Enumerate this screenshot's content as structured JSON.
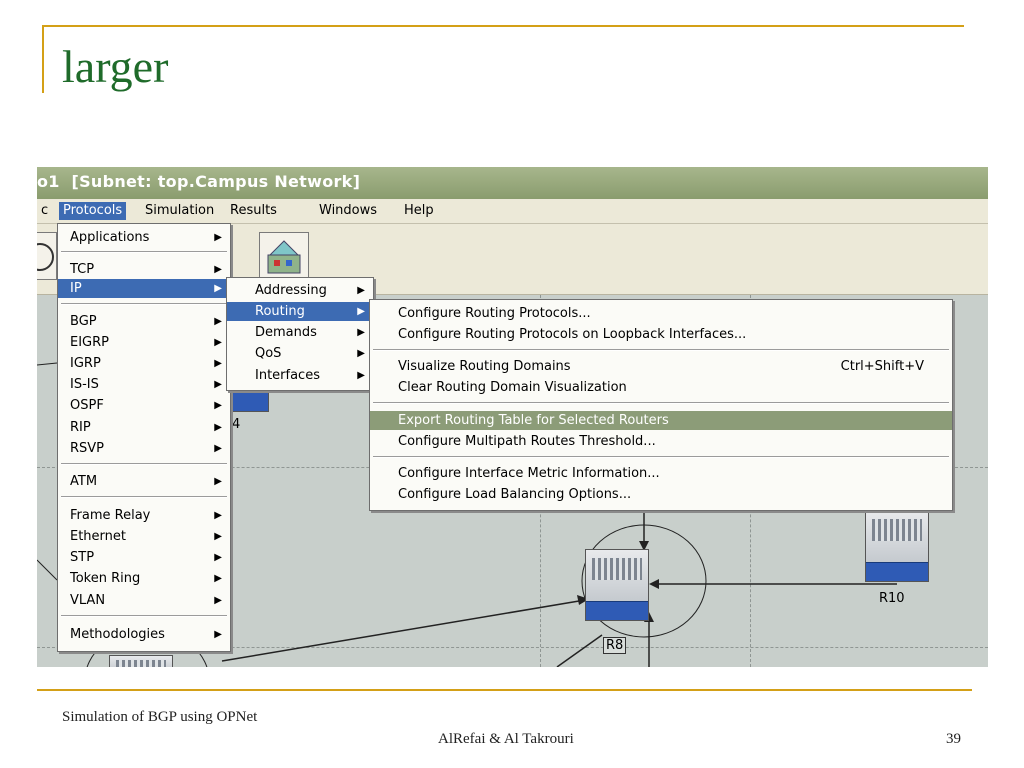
{
  "slide": {
    "title": "larger",
    "footer_left": "Simulation of  BGP using OPNet",
    "footer_center": "AlRefai & Al Takrouri",
    "page_number": "39",
    "accent_color": "#d4a017",
    "title_color": "#1f6b2a"
  },
  "app": {
    "title": "o1  [Subnet: top.Campus Network]",
    "menubar": [
      "c",
      "Protocols",
      "Simulation",
      "Results",
      "Windows",
      "Help"
    ],
    "active_menu": "Protocols"
  },
  "protocols_menu": {
    "items": [
      "Applications",
      "TCP",
      "IP",
      "BGP",
      "EIGRP",
      "IGRP",
      "IS-IS",
      "OSPF",
      "RIP",
      "RSVP",
      "ATM",
      "Frame Relay",
      "Ethernet",
      "STP",
      "Token Ring",
      "VLAN",
      "Methodologies"
    ],
    "selected": "IP"
  },
  "ip_menu": {
    "items": [
      "Addressing",
      "Routing",
      "Demands",
      "QoS",
      "Interfaces"
    ],
    "selected": "Routing"
  },
  "routing_menu": {
    "items": [
      {
        "label": "Configure Routing Protocols...",
        "shortcut": ""
      },
      {
        "label": "Configure Routing Protocols on Loopback Interfaces...",
        "shortcut": ""
      },
      {
        "label": "Visualize Routing Domains",
        "shortcut": "Ctrl+Shift+V"
      },
      {
        "label": "Clear Routing Domain Visualization",
        "shortcut": ""
      },
      {
        "label": "Export Routing Table for Selected Routers",
        "shortcut": ""
      },
      {
        "label": "Configure Multipath Routes Threshold...",
        "shortcut": ""
      },
      {
        "label": "Configure Interface Metric Information...",
        "shortcut": ""
      },
      {
        "label": "Configure Load Balancing Options...",
        "shortcut": ""
      }
    ],
    "highlighted": "Export Routing Table for Selected Routers"
  },
  "canvas": {
    "router_labels": [
      "R8",
      "R10",
      "4"
    ]
  },
  "colors": {
    "menu_highlight": "#3d6bb3",
    "routing_highlight": "#8c9c78",
    "titlebar": "#9aab7c"
  }
}
